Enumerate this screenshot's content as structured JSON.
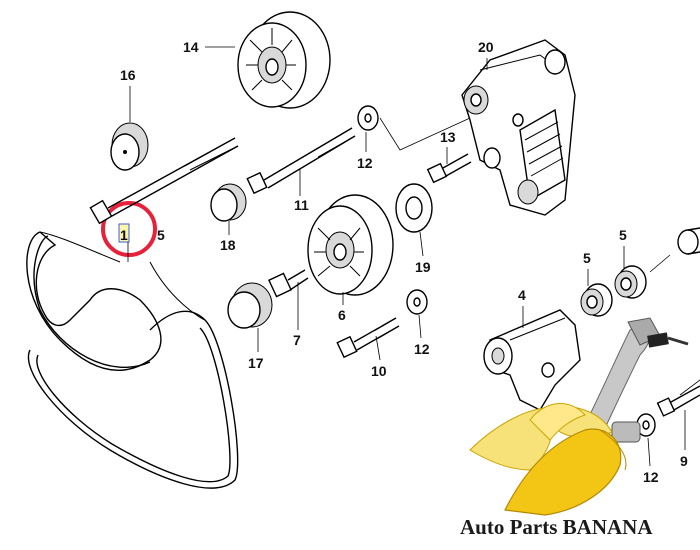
{
  "callouts": {
    "c1": "1",
    "c5a": "5",
    "c5b": "5",
    "c5c": "5",
    "c4": "4",
    "c6": "6",
    "c7": "7",
    "c9": "9",
    "c10": "10",
    "c11": "11",
    "c12a": "12",
    "c12b": "12",
    "c12c": "12",
    "c13": "13",
    "c14": "14",
    "c16": "16",
    "c17": "17",
    "c18": "18",
    "c19": "19",
    "c20": "20"
  },
  "logo": {
    "brand": "Auto Parts BANANA"
  },
  "colors": {
    "highlight_circle": "#e8203a",
    "highlight_box": "#3b5bdb",
    "banana_yellow": "#f3c615",
    "banana_peel": "#f7e27a",
    "pipe_silver": "#c8c8c8"
  }
}
